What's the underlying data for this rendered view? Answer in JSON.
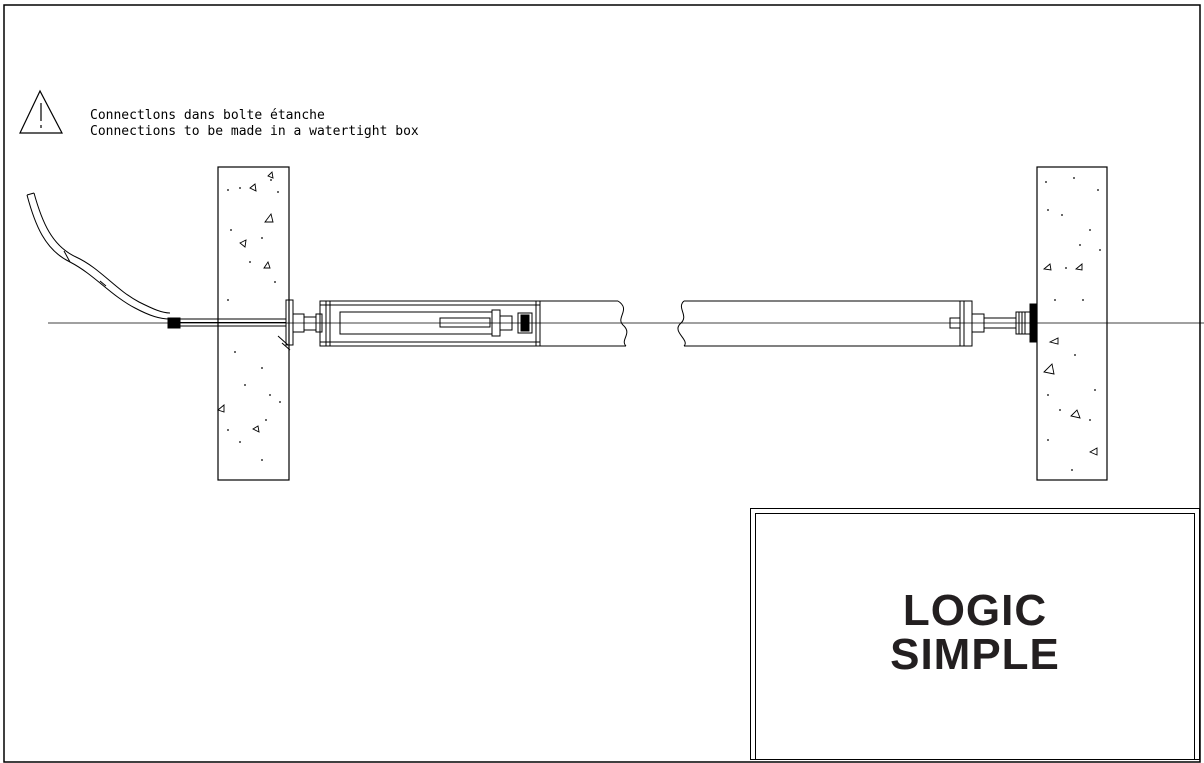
{
  "warning_note": {
    "icon": "warning-triangle-icon",
    "line_fr": "Connectlons dans bolte étanche",
    "line_en": "Connections to be made in a watertight box"
  },
  "title_block": {
    "line1": "LOGIC",
    "line2": "SIMPLE"
  },
  "colors": {
    "ink": "#000000",
    "title_text": "#231f20",
    "background": "#ffffff"
  }
}
